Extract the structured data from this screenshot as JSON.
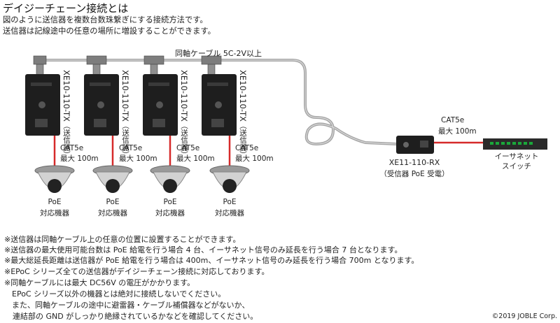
{
  "title": "デイジーチェーン接続とは",
  "intro": [
    "図のように送信器を複数台数珠繋ぎにする接続方法です。",
    "送信器は記線途中の任意の場所に増設することができます。"
  ],
  "coax_label": "同軸ケーブル 5C-2V以上",
  "transmitters": [
    {
      "model": "XE10-110-TX",
      "role": "（送信器）"
    },
    {
      "model": "XE10-110-TX",
      "role": "（送信器）"
    },
    {
      "model": "XE10-110-TX",
      "role": "（送信器）"
    },
    {
      "model": "XE10-110-TX",
      "role": "（送信器）"
    }
  ],
  "cable_labels": [
    {
      "name": "CAT5e",
      "max": "最大 100m"
    },
    {
      "name": "CAT5e",
      "max": "最大 100m"
    },
    {
      "name": "CAT5e",
      "max": "最大 100m"
    },
    {
      "name": "CAT5e",
      "max": "最大 100m"
    }
  ],
  "cameras": [
    {
      "line1": "PoE",
      "line2": "対応機器"
    },
    {
      "line1": "PoE",
      "line2": "対応機器"
    },
    {
      "line1": "PoE",
      "line2": "対応機器"
    },
    {
      "line1": "PoE",
      "line2": "対応機器"
    }
  ],
  "receiver": {
    "model": "XE11-110-RX",
    "role": "（受信器 PoE 受電）"
  },
  "receiver_cable": {
    "name": "CAT5e",
    "max": "最大 100m"
  },
  "switch": {
    "line1": "イーサネット",
    "line2": "スイッチ"
  },
  "notes": [
    "※送信器は同軸ケーブル上の任意の位置に設置することができます。",
    "※送信器の最大使用可能台数は PoE 給電を行う場合 4 台、イーサネット信号のみ延長を行う場合 7 台となります。",
    "※最大総延長距離は送信器が PoE 給電を行う場合は 400m、イーサネット信号のみ延長を行う場合 700m となります。",
    "※EPoC シリーズ全ての送信器がデイジーチェーン接続に対応しております。",
    "※同軸ケーブルには最大 DC56V の電圧がかかります。",
    "　EPoC シリーズ以外の機器とは絶対に接続しないでください。",
    "　また、同軸ケーブルの途中に避雷器・ケーブル補償器などがないか、",
    "連結部の GND がしっかり絶縁されているかなどを確認してください。"
  ],
  "copyright": "©2019 JOBLE Corp.",
  "colors": {
    "coax": "#9a9a9a",
    "cat5e": "#d62a2a",
    "device": "#1e1e1e"
  }
}
